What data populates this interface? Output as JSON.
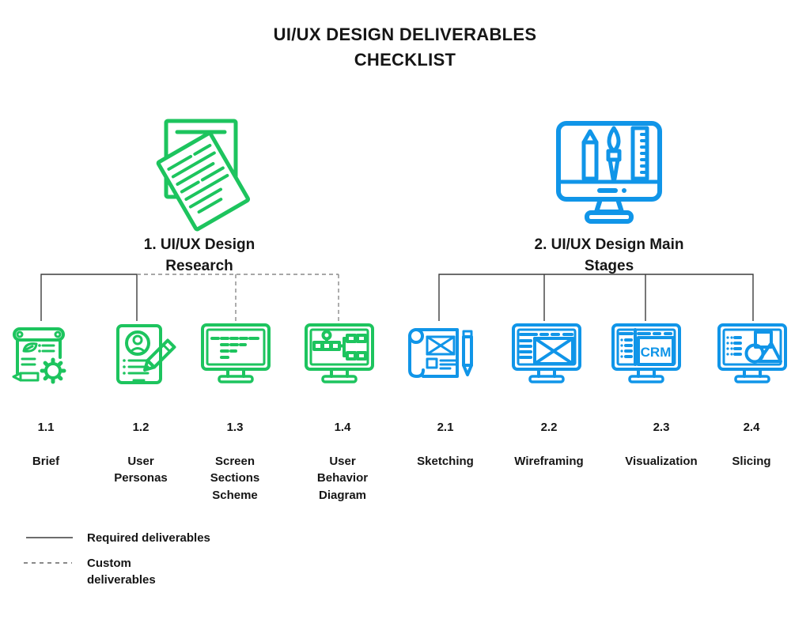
{
  "title": "UI/UX DESIGN DELIVERABLES\nCHECKLIST",
  "colors": {
    "green": "#1dc45e",
    "blue": "#1095e8",
    "connector_solid": "#3d3d3d",
    "connector_dashed": "#8a8a8a",
    "text": "#161616"
  },
  "groups": [
    {
      "heading": "1. UI/UX Design\nResearch",
      "icon": "stacked-documents",
      "color": "#1dc45e",
      "items": [
        {
          "num": "1.1",
          "label": "Brief",
          "icon": "brief-scroll-gear",
          "connector": "solid"
        },
        {
          "num": "1.2",
          "label": "User\nPersonas",
          "icon": "user-personas-card",
          "connector": "solid"
        },
        {
          "num": "1.3",
          "label": "Screen\nSections\nScheme",
          "icon": "screen-sections-monitor",
          "connector": "dashed"
        },
        {
          "num": "1.4",
          "label": "User\nBehavior\nDiagram",
          "icon": "behavior-diagram-monitor",
          "connector": "dashed"
        }
      ]
    },
    {
      "heading": "2. UI/UX Design Main\nStages",
      "icon": "design-tools-monitor",
      "color": "#1095e8",
      "items": [
        {
          "num": "2.1",
          "label": "Sketching",
          "icon": "sketch-scroll-pencil",
          "connector": "solid"
        },
        {
          "num": "2.2",
          "label": "Wireframing",
          "icon": "wireframe-monitor",
          "connector": "solid"
        },
        {
          "num": "2.3",
          "label": "Visualization",
          "icon": "crm-monitor",
          "connector": "solid",
          "icon_text": "CRM"
        },
        {
          "num": "2.4",
          "label": "Slicing",
          "icon": "slicing-shapes-monitor",
          "connector": "solid"
        }
      ]
    }
  ],
  "legend": [
    {
      "style": "solid",
      "label": "Required deliverables"
    },
    {
      "style": "dashed",
      "label": "Custom\ndeliverables"
    }
  ]
}
